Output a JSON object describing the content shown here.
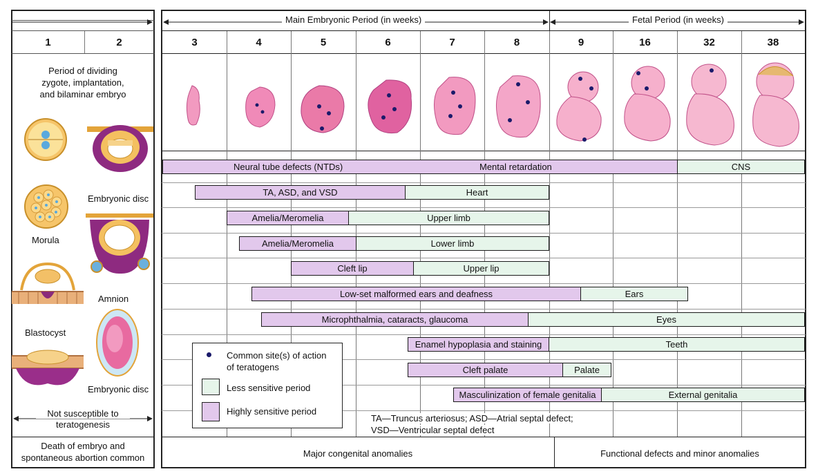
{
  "header": {
    "main_period": "Main Embryonic Period (in weeks)",
    "fetal_period": "Fetal Period (in weeks)"
  },
  "weeks_left": [
    "1",
    "2"
  ],
  "weeks_main": [
    "3",
    "4",
    "5",
    "6",
    "7",
    "8",
    "9",
    "16",
    "32",
    "38"
  ],
  "left_panel": {
    "period_text_1": "Period of dividing",
    "period_text_2": "zygote, implantation,",
    "period_text_3": "and bilaminar embryo",
    "embryonic_disc_top": "Embryonic disc",
    "morula": "Morula",
    "amnion": "Amnion",
    "blastocyst": "Blastocyst",
    "embryonic_disc_bottom": "Embryonic disc",
    "not_susceptible_1": "Not susceptible to",
    "not_susceptible_2": "teratogenesis",
    "death_1": "Death of embryo and",
    "death_2": "spontaneous abortion common"
  },
  "bars": {
    "ntd": "Neural tube defects (NTDs)",
    "mental": "Mental retardation",
    "cns": "CNS",
    "heart_hi": "TA, ASD, and VSD",
    "heart_lo": "Heart",
    "ul_hi": "Amelia/Meromelia",
    "ul_lo": "Upper limb",
    "ll_hi": "Amelia/Meromelia",
    "ll_lo": "Lower limb",
    "lip_hi": "Cleft lip",
    "lip_lo": "Upper lip",
    "ears_hi": "Low-set malformed ears and deafness",
    "ears_lo": "Ears",
    "eyes_hi": "Microphthalmia, cataracts, glaucoma",
    "eyes_lo": "Eyes",
    "teeth_hi": "Enamel hypoplasia and staining",
    "teeth_lo": "Teeth",
    "palate_hi": "Cleft palate",
    "palate_lo": "Palate",
    "gen_hi": "Masculinization of female genitalia",
    "gen_lo": "External genitalia"
  },
  "legend": {
    "dot_1": "Common site(s) of action",
    "dot_2": "of teratogens",
    "less": "Less sensitive period",
    "high": "Highly sensitive period"
  },
  "abbrev": {
    "line1": "TA—Truncus arteriosus; ASD—Atrial septal defect;",
    "line2": "VSD—Ventricular septal defect"
  },
  "footer": {
    "major": "Major congenital anomalies",
    "functional": "Functional defects and minor anomalies"
  },
  "colors": {
    "highly_sensitive": "#e2c8ec",
    "less_sensitive": "#e6f5ea",
    "embryo_pink": "#f4a6c8"
  }
}
